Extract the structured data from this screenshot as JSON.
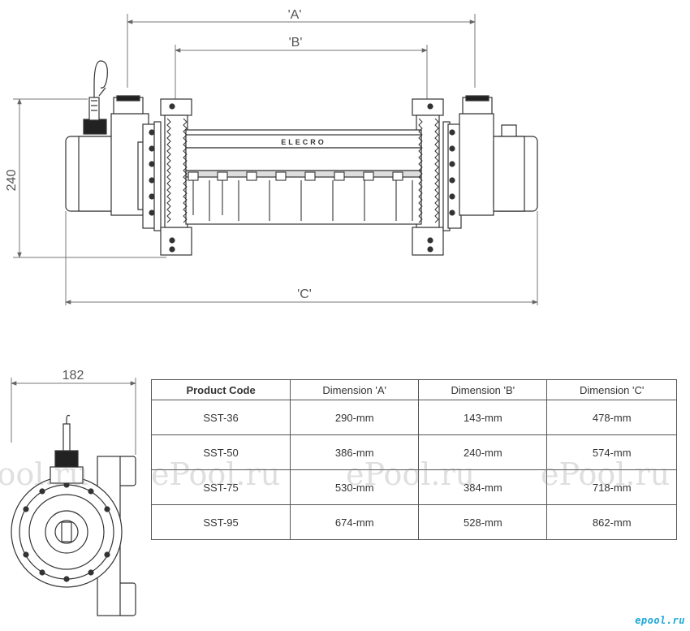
{
  "dimensions": {
    "a_label": "'A'",
    "b_label": "'B'",
    "c_label": "'C'",
    "height_label": "240",
    "width_label": "182"
  },
  "product_brand": "ELECRO",
  "table": {
    "headers": [
      "Product Code",
      "Dimension 'A'",
      "Dimension 'B'",
      "Dimension 'C'"
    ],
    "rows": [
      [
        "SST-36",
        "290-mm",
        "143-mm",
        "478-mm"
      ],
      [
        "SST-50",
        "386-mm",
        "240-mm",
        "574-mm"
      ],
      [
        "SST-75",
        "530-mm",
        "384-mm",
        "718-mm"
      ],
      [
        "SST-95",
        "674-mm",
        "528-mm",
        "862-mm"
      ]
    ]
  },
  "watermark": "ePool.ru",
  "logo_text": "epool.ru",
  "colors": {
    "line": "#333333",
    "dim_line": "#777777",
    "watermark": "#8c8c8c",
    "logo": "#1aa8d8"
  }
}
